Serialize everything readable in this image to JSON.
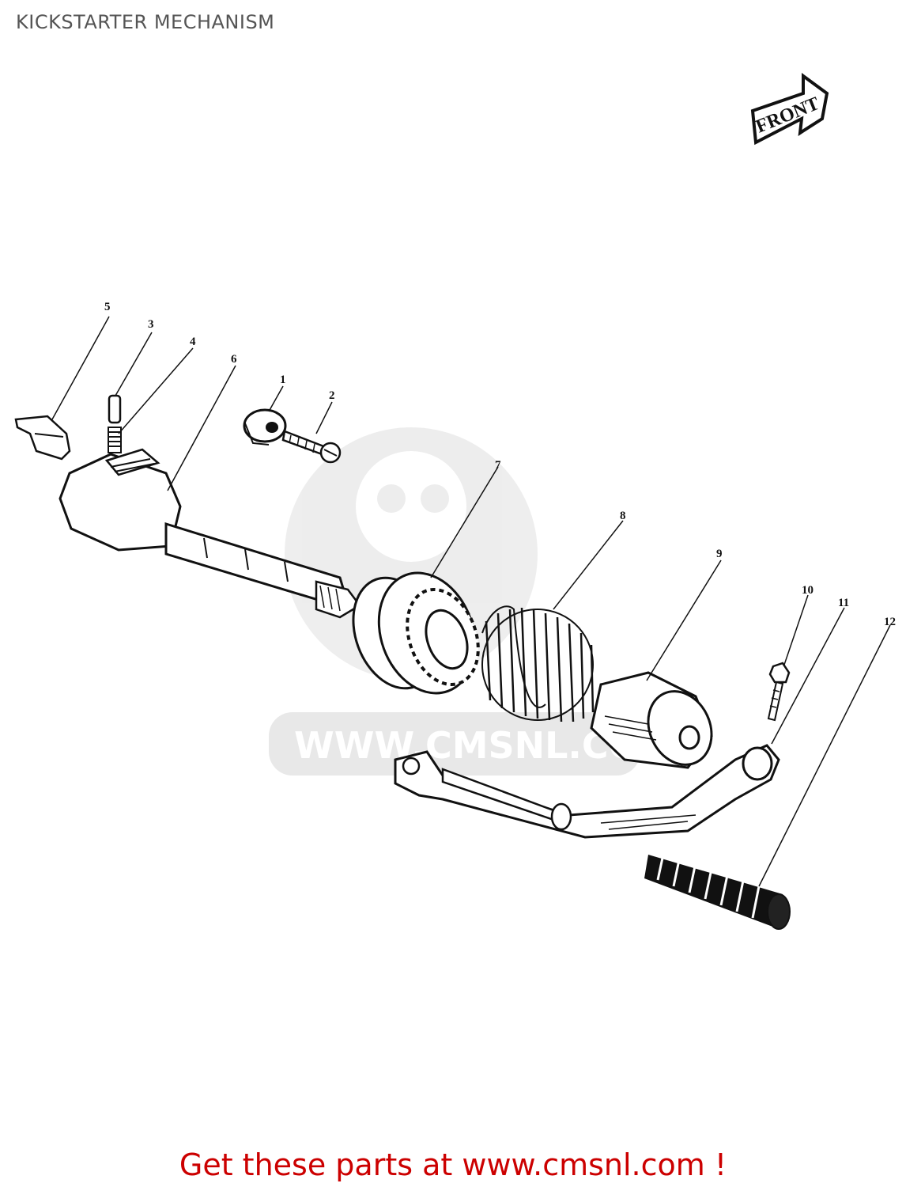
{
  "header": {
    "title": "KICKSTARTER MECHANISM"
  },
  "front_badge": {
    "label": "FRONT"
  },
  "watermark": {
    "text": "WWW.CMSNL.COM"
  },
  "callouts": [
    "1",
    "2",
    "3",
    "4",
    "5",
    "6",
    "7",
    "8",
    "9",
    "10",
    "11",
    "12"
  ],
  "footer": {
    "link_text": "Get these parts at www.cmsnl.com !"
  },
  "colors": {
    "link": "#cc0000",
    "title": "#555555",
    "watermark": "#e6e6e6"
  }
}
